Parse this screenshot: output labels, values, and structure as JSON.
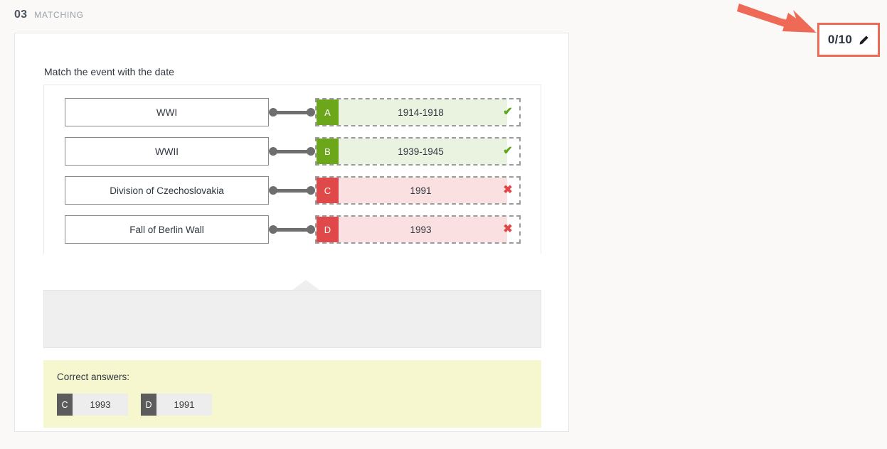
{
  "header": {
    "number": "03",
    "type": "MATCHING"
  },
  "score": {
    "value": "0/10",
    "edit_icon": "pencil-icon",
    "border_color": "#ef6a56"
  },
  "annotation": {
    "arrow_color": "#ef6a56",
    "arrow_icon": "arrow-pointing-right-down"
  },
  "question": {
    "prompt": "Match the event with the date",
    "rows": [
      {
        "term": "WWI",
        "letter": "A",
        "answer": "1914-1918",
        "status": "correct",
        "mark": "✔"
      },
      {
        "term": "WWII",
        "letter": "B",
        "answer": "1939-1945",
        "status": "correct",
        "mark": "✔"
      },
      {
        "term": "Division of Czechoslovakia",
        "letter": "C",
        "answer": "1991",
        "status": "wrong",
        "mark": "✖"
      },
      {
        "term": "Fall of Berlin Wall",
        "letter": "D",
        "answer": "1993",
        "status": "wrong",
        "mark": "✖"
      }
    ]
  },
  "correct_answers": {
    "title": "Correct answers:",
    "items": [
      {
        "letter": "C",
        "value": "1993"
      },
      {
        "letter": "D",
        "value": "1991"
      }
    ]
  },
  "colors": {
    "correct_badge": "#6ca61b",
    "wrong_badge": "#e0494a",
    "correct_fill": "#e9f3df",
    "wrong_fill": "#fae0e0",
    "accent": "#ef6a56",
    "note_bg": "#f7f7cf"
  }
}
